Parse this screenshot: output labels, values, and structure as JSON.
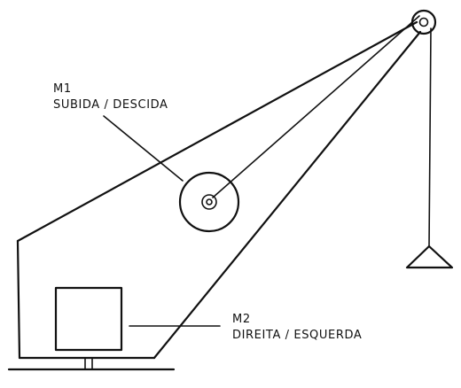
{
  "diagram": {
    "motor1": {
      "id": "M1",
      "caption": "SUBIDA / DESCIDA"
    },
    "motor2": {
      "id": "M2",
      "caption": "DIREITA / ESQUERDA"
    }
  },
  "colors": {
    "ink": "#111111",
    "paper": "#ffffff"
  }
}
